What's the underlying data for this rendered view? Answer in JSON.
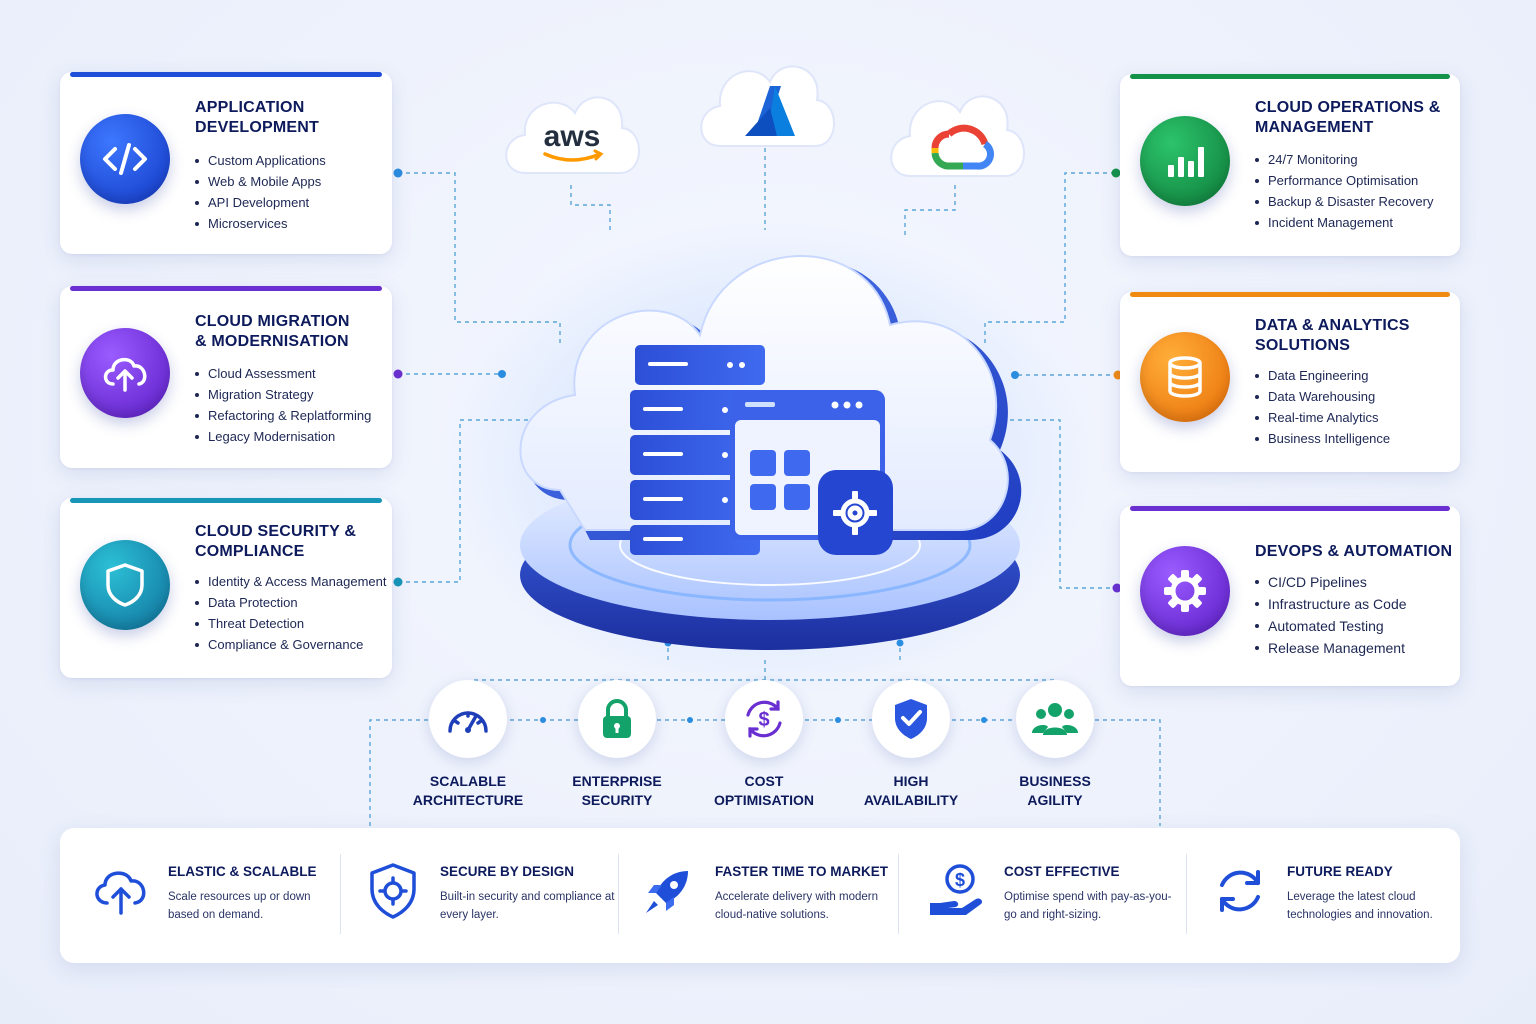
{
  "cards": [
    {
      "title": "Application Development",
      "items": [
        "Custom Applications",
        "Web & Mobile Apps",
        "API Development",
        "Microservices"
      ],
      "color": "#1f4fd8",
      "icon": "code-icon"
    },
    {
      "title": "Cloud Migration & Modernisation",
      "items": [
        "Cloud Assessment",
        "Migration Strategy",
        "Refactoring & Replatforming",
        "Legacy Modernisation"
      ],
      "color": "#6a2fd0",
      "icon": "cloud-upload-icon"
    },
    {
      "title": "Cloud Security & Compliance",
      "items": [
        "Identity & Access Management",
        "Data Protection",
        "Threat Detection",
        "Compliance & Governance"
      ],
      "color": "#1796b8",
      "icon": "shield-icon"
    },
    {
      "title": "Cloud Operations & Management",
      "items": [
        "24/7 Monitoring",
        "Performance Optimisation",
        "Backup & Disaster Recovery",
        "Incident Management"
      ],
      "color": "#14924a",
      "icon": "bar-chart-icon"
    },
    {
      "title": "Data & Analytics Solutions",
      "items": [
        "Data Engineering",
        "Data Warehousing",
        "Real-time Analytics",
        "Business Intelligence"
      ],
      "color": "#f08a12",
      "icon": "database-icon"
    },
    {
      "title": "DevOps & Automation",
      "items": [
        "CI/CD Pipelines",
        "Infrastructure as Code",
        "Automated Testing",
        "Release Management"
      ],
      "color": "#6a2fd0",
      "icon": "gear-icon"
    }
  ],
  "providers": [
    {
      "name": "aws",
      "icon": "aws-logo-icon"
    },
    {
      "name": "",
      "icon": "azure-logo-icon"
    },
    {
      "name": "",
      "icon": "google-cloud-logo-icon"
    }
  ],
  "features": [
    {
      "line1": "Scalable",
      "line2": "Architecture",
      "icon": "speedometer-icon"
    },
    {
      "line1": "Enterprise",
      "line2": "Security",
      "icon": "lock-icon"
    },
    {
      "line1": "Cost",
      "line2": "Optimisation",
      "icon": "dollar-cycle-icon"
    },
    {
      "line1": "High",
      "line2": "Availability",
      "icon": "shield-check-icon"
    },
    {
      "line1": "Business",
      "line2": "Agility",
      "icon": "team-icon"
    }
  ],
  "benefits": [
    {
      "title": "Elastic & Scalable",
      "desc": "Scale resources up or down based on demand.",
      "icon": "cloud-upload-icon"
    },
    {
      "title": "Secure by Design",
      "desc": "Built-in security and compliance at every layer.",
      "icon": "shield-gear-icon"
    },
    {
      "title": "Faster Time to Market",
      "desc": "Accelerate delivery with modern cloud-native solutions.",
      "icon": "rocket-icon"
    },
    {
      "title": "Cost Effective",
      "desc": "Optimise spend with pay-as-you-go and right-sizing.",
      "icon": "hand-coin-icon"
    },
    {
      "title": "Future Ready",
      "desc": "Leverage the latest cloud technologies and innovation.",
      "icon": "refresh-icon"
    }
  ],
  "colors": {
    "primary": "#1f4fd8",
    "navy": "#0d1a5c",
    "connector": "#5aa6d6"
  }
}
